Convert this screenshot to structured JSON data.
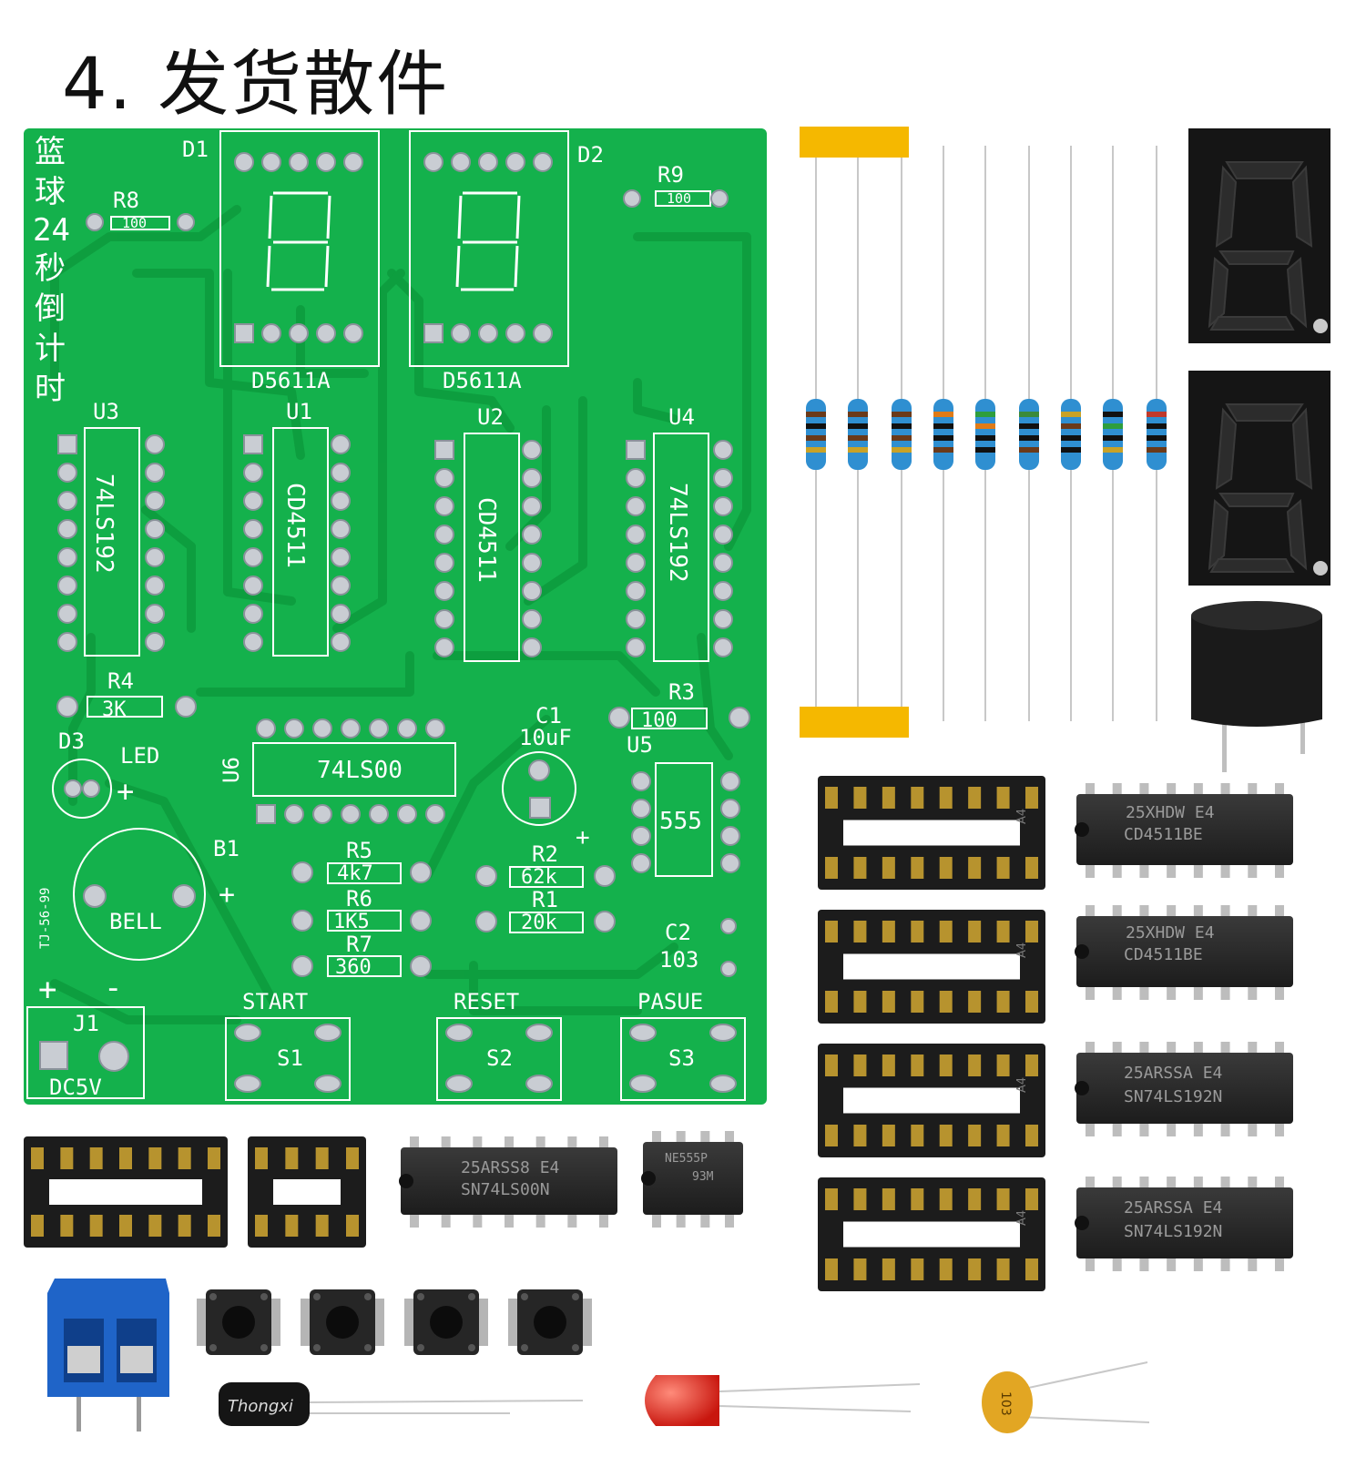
{
  "title": "4. 发货散件",
  "colors": {
    "pcb": "#14b14c",
    "trace": "#0fa241",
    "silkscreen": "#ffffff",
    "pad": "#c9cdd3",
    "chip": "#2b2b2b",
    "socket": "#1c1c1c",
    "resistor": "#2f8fd1",
    "tape": "#f5b800",
    "terminal": "#1f64c8",
    "led": "#e0261f",
    "capacitor": "#e0a522"
  },
  "pcb": {
    "vertical_title": [
      "篮",
      "球",
      "24",
      "秒",
      "倒",
      "计",
      "时"
    ],
    "labels": {
      "d1": "D1",
      "d2": "D2",
      "d5611a_left": "D5611A",
      "d5611a_right": "D5611A",
      "r8": "R8",
      "r8_value": "100",
      "r9": "R9",
      "r9_value": "100",
      "u3": "U3",
      "u1": "U1",
      "u2": "U2",
      "u4": "U4",
      "u3_chip": "74LS192",
      "u1_chip": "CD4511",
      "u2_chip": "CD4511",
      "u4_chip": "74LS192",
      "r4": "R4",
      "r4_value": "3K",
      "r3": "R3",
      "r3_value": "100",
      "d3": "D3",
      "led": "LED",
      "u6": "U6",
      "u6_chip": "74LS00",
      "c1": "C1",
      "c1_value": "10uF",
      "u5": "U5",
      "u5_chip": "555",
      "b1": "B1",
      "bell": "BELL",
      "board_code": "TJ-56-99",
      "r5": "R5",
      "r5_value": "4k7",
      "r6": "R6",
      "r6_value": "1K5",
      "r7": "R7",
      "r7_value": "360",
      "r2": "R2",
      "r2_value": "62k",
      "r1": "R1",
      "r1_value": "20k",
      "c2": "C2",
      "c2_value": "103",
      "plus": "+",
      "minus": "-",
      "j1": "J1",
      "dc5v": "DC5V",
      "start": "START",
      "s1": "S1",
      "reset": "RESET",
      "s2": "S2",
      "pasue": "PASUE",
      "s3": "S3"
    }
  },
  "chips": {
    "cd4511_a": {
      "line1": "25XHDW E4",
      "line2": "CD4511BE"
    },
    "cd4511_b": {
      "line1": "25XHDW E4",
      "line2": "CD4511BE"
    },
    "ls192_a": {
      "line1": "25ARSSA E4",
      "line2": "SN74LS192N"
    },
    "ls192_b": {
      "line1": "25ARSSA E4",
      "line2": "SN74LS192N"
    },
    "ls00": {
      "line1": "25ARSS8 E4",
      "line2": "SN74LS00N"
    },
    "ne555": {
      "line1": "NE555P",
      "line2": "93M"
    }
  },
  "sockets": {
    "label": "A4"
  },
  "capacitor": {
    "brand": "Thongxi"
  },
  "ceramic_capacitor": {
    "marking": "103"
  }
}
